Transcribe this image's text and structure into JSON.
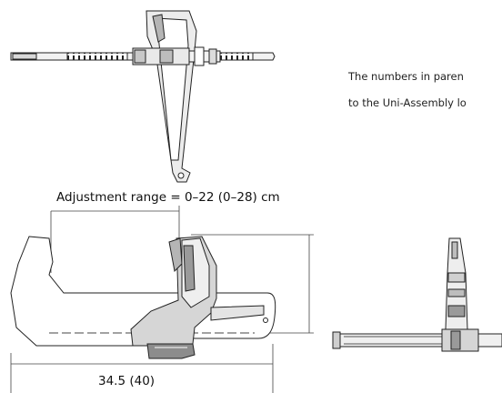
{
  "notes": {
    "line1": "The numbers in paren",
    "line2": "to the Uni-Assembly lo"
  },
  "dimensions": {
    "adjustment_range": "Adjustment range = 0–22 (0–28) cm",
    "length": "34.5 (40)"
  },
  "colors": {
    "line": "#222222",
    "body_fill": "#ffffff",
    "shade_dark": "#9a9a9a",
    "shade_mid": "#c8c8c8",
    "shade_light": "#e4e4e4"
  }
}
